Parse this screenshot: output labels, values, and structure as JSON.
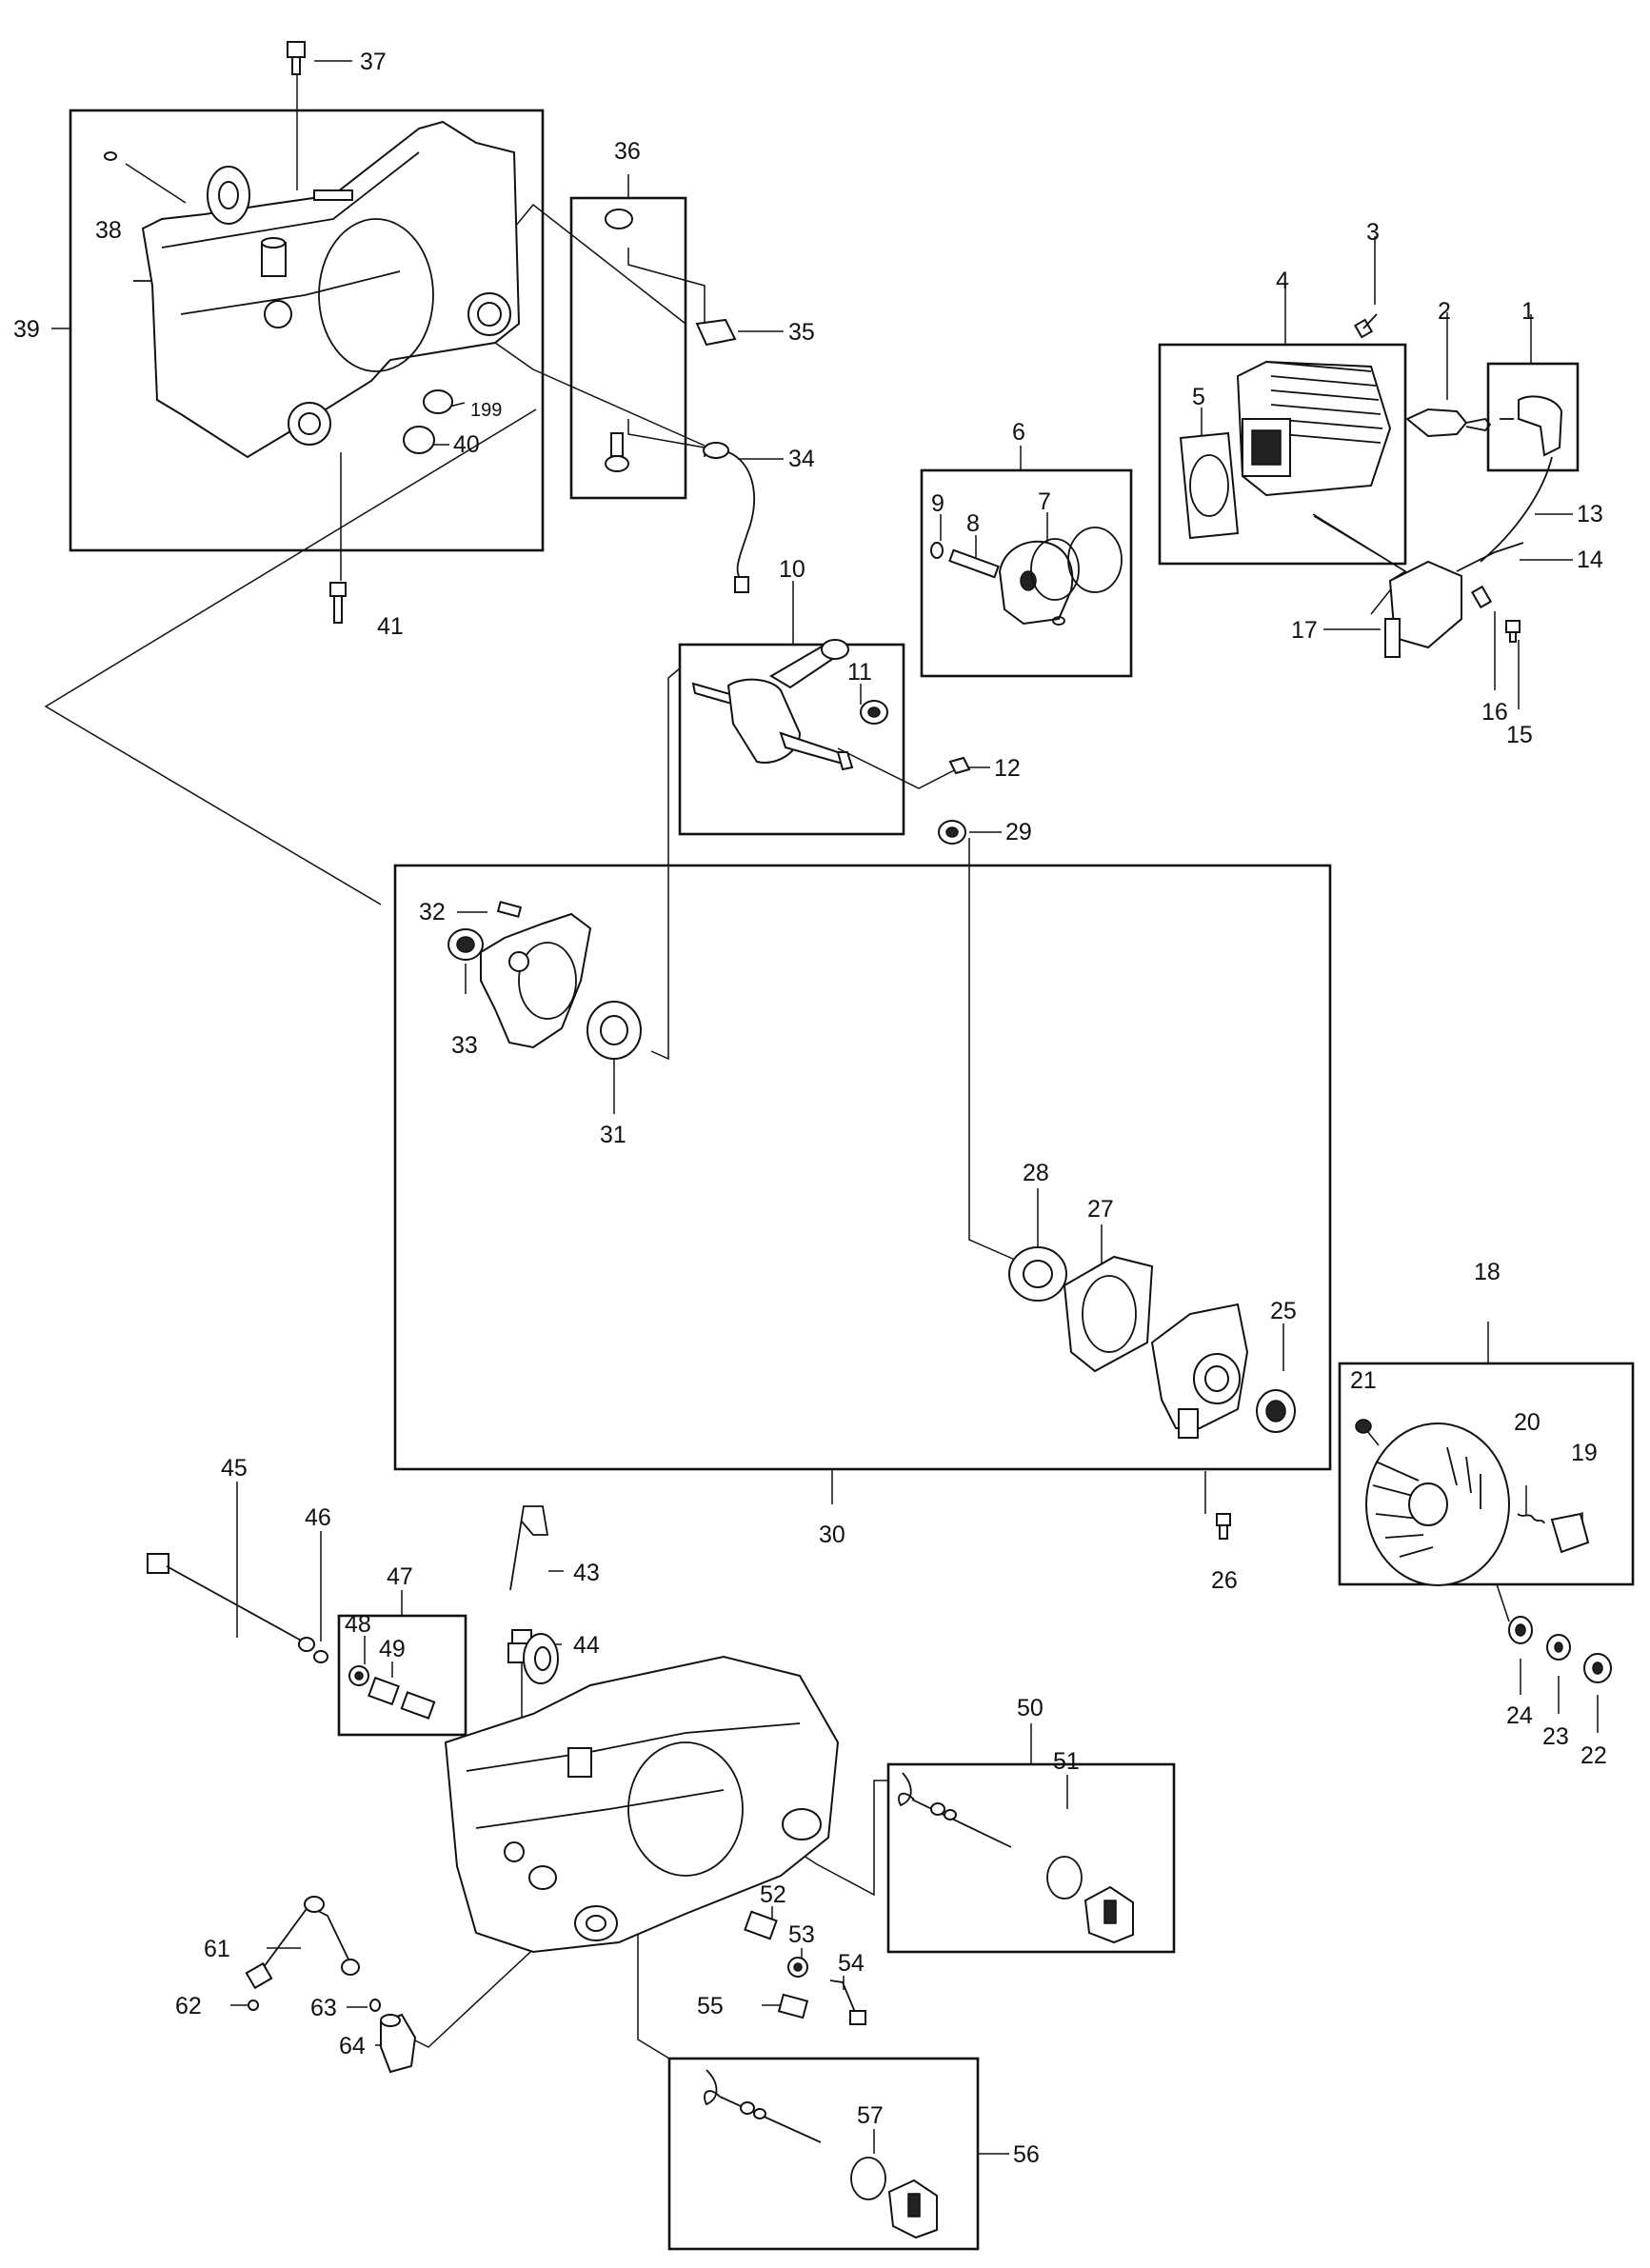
{
  "labels": {
    "p1": "1",
    "p2": "2",
    "p3": "3",
    "p4": "4",
    "p5": "5",
    "p6": "6",
    "p7": "7",
    "p8": "8",
    "p9": "9",
    "p10": "10",
    "p11": "11",
    "p12": "12",
    "p13": "13",
    "p14": "14",
    "p15": "15",
    "p16": "16",
    "p17": "17",
    "p18": "18",
    "p19": "19",
    "p20": "20",
    "p21": "21",
    "p22": "22",
    "p23": "23",
    "p24": "24",
    "p25": "25",
    "p26": "26",
    "p27": "27",
    "p28": "28",
    "p29": "29",
    "p30": "30",
    "p31": "31",
    "p32": "32",
    "p33": "33",
    "p34": "34",
    "p35": "35",
    "p36": "36",
    "p37": "37",
    "p38": "38",
    "p39": "39",
    "p40": "40",
    "p41": "41",
    "p43": "43",
    "p44": "44",
    "p45": "45",
    "p46": "46",
    "p47": "47",
    "p48": "48",
    "p49": "49",
    "p50": "50",
    "p51": "51",
    "p52": "52",
    "p53": "53",
    "p54": "54",
    "p55": "55",
    "p56": "56",
    "p57": "57",
    "p61": "61",
    "p62": "62",
    "p63": "63",
    "p64": "64",
    "p199": "199"
  },
  "colors": {
    "line": "#111111",
    "background": "#ffffff"
  }
}
